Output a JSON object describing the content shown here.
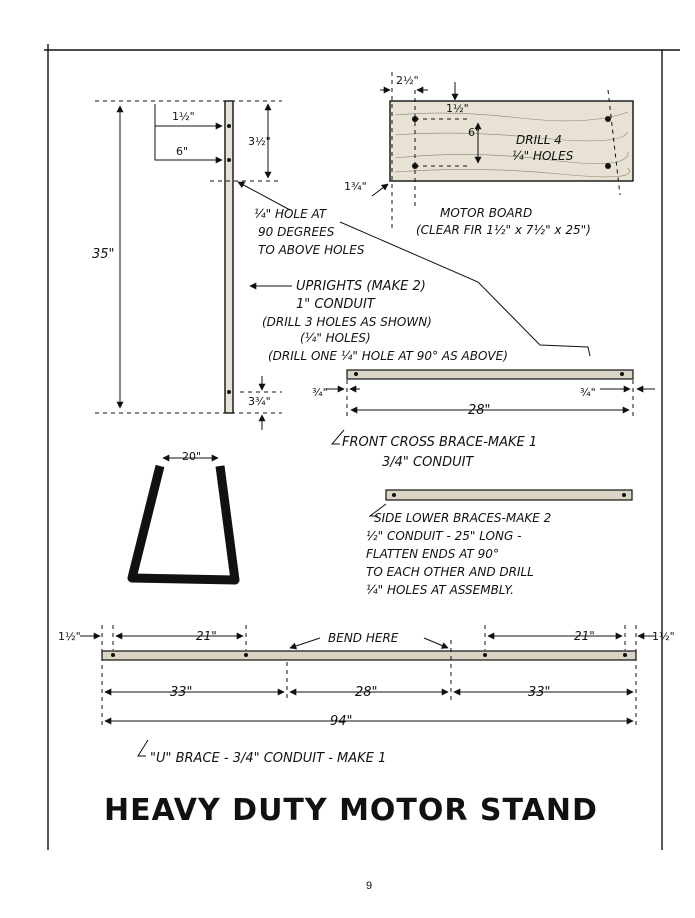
{
  "upright": {
    "dim_1_5": "1½\"",
    "dim_6_top": "6\"",
    "dim_3_5": "3½\"",
    "dim_35": "35\"",
    "dim_3_4": "3¾\"",
    "hole_note_1": "¼\" HOLE AT",
    "hole_note_2": "90 DEGREES",
    "hole_note_3": "TO ABOVE HOLES",
    "label_1": "UPRIGHTS (MAKE 2)",
    "label_2": "1\" CONDUIT",
    "label_3": "(DRILL 3 HOLES AS SHOWN)",
    "label_4": "(¼\" HOLES)",
    "label_5": "(DRILL ONE ¼\" HOLE AT 90° AS ABOVE)"
  },
  "motor_board": {
    "dim_2_5": "2½\"",
    "dim_1_5": "1½\"",
    "dim_6": "6\"",
    "dim_1_75": "1¾\"",
    "drill_1": "DRILL 4",
    "drill_2": "¼\" HOLES",
    "title_1": "MOTOR BOARD",
    "title_2": "(CLEAR FIR 1½\" x 7½\" x 25\")"
  },
  "front_brace": {
    "dim_left": "¾\"",
    "dim_right": "¾\"",
    "dim_length": "28\"",
    "label_1": "FRONT CROSS BRACE-MAKE 1",
    "label_2": "3/4\" CONDUIT"
  },
  "u_shape": {
    "dim_width": "20\""
  },
  "side_brace": {
    "label_1": "SIDE LOWER BRACES-MAKE 2",
    "label_2": "½\" CONDUIT - 25\" LONG -",
    "label_3": "FLATTEN ENDS AT 90°",
    "label_4": "TO EACH OTHER AND DRILL",
    "label_5": "¼\" HOLES AT ASSEMBLY."
  },
  "u_brace": {
    "dim_end_left": "1½\"",
    "dim_21_left": "21\"",
    "bend_label": "BEND HERE",
    "dim_21_right": "21\"",
    "dim_end_right": "1½\"",
    "dim_33_left": "33\"",
    "dim_28": "28\"",
    "dim_33_right": "33\"",
    "dim_94": "94\"",
    "label": "\"U\" BRACE - 3/4\" CONDUIT - MAKE 1"
  },
  "title": "HEAVY DUTY MOTOR STAND",
  "page_number": "9"
}
